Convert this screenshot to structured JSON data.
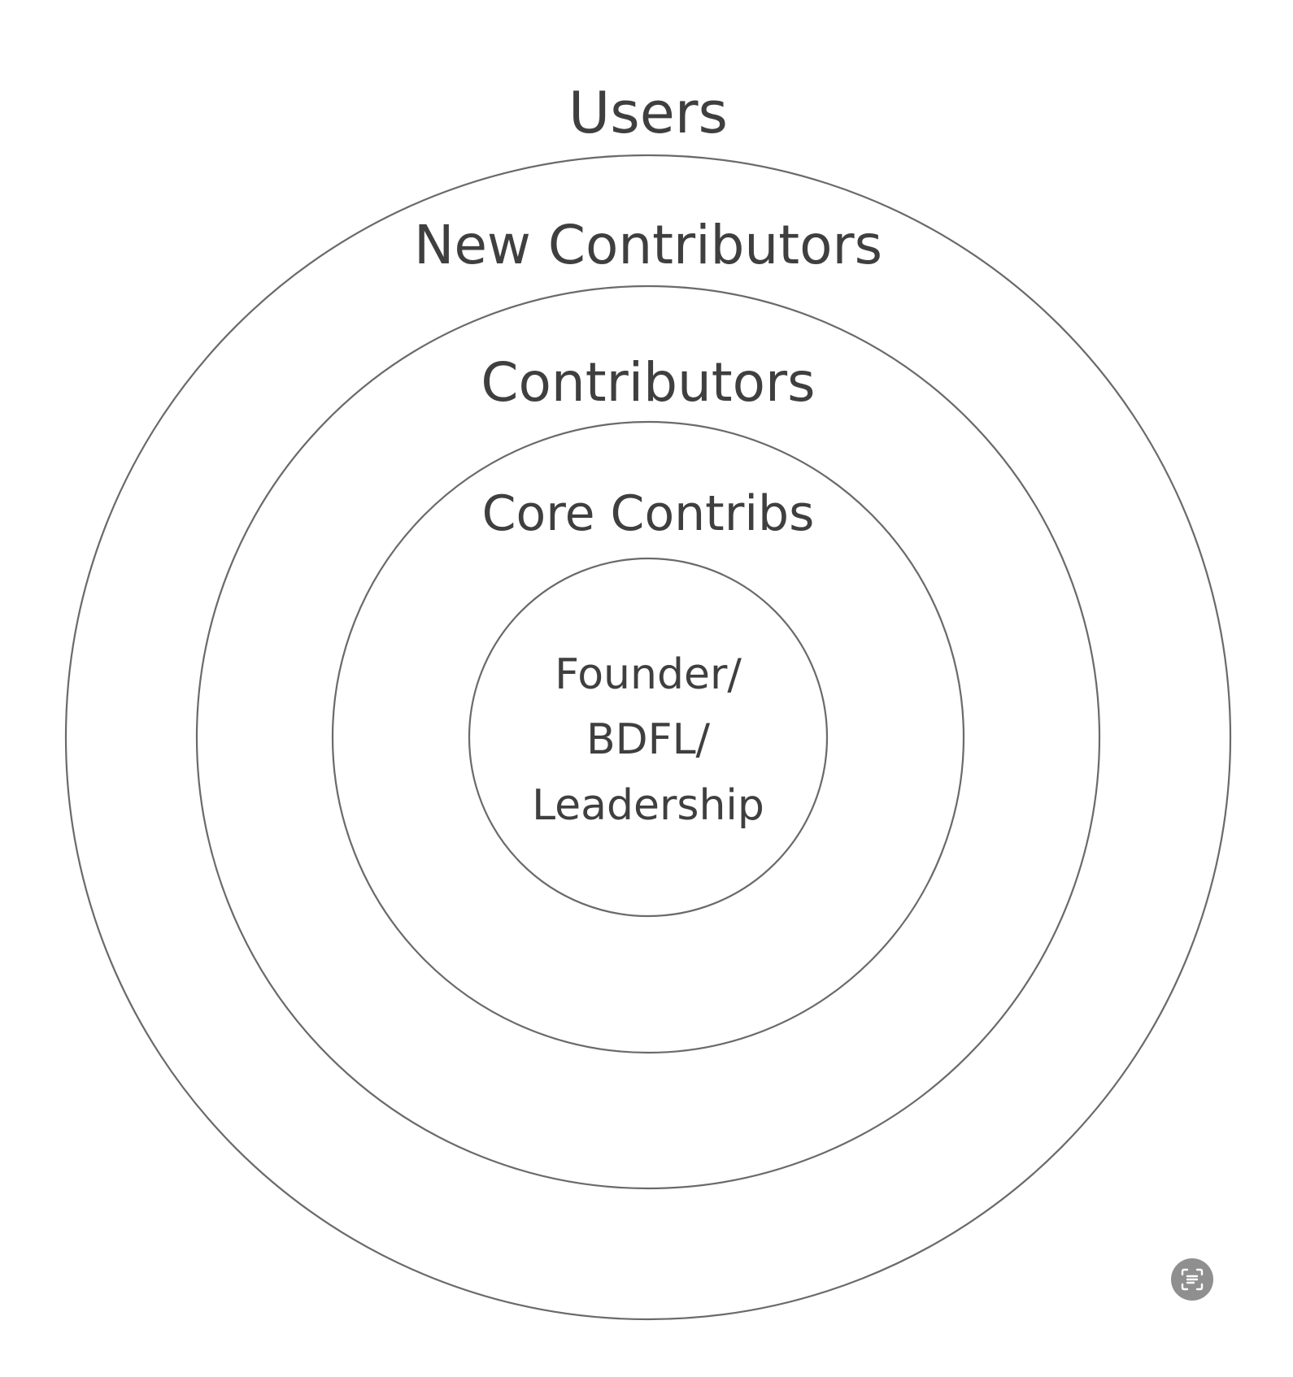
{
  "diagram": {
    "rings": [
      {
        "name": "users",
        "label": "Users"
      },
      {
        "name": "new-contributors",
        "label": "New Contributors"
      },
      {
        "name": "contributors",
        "label": "Contributors"
      },
      {
        "name": "core-contribs",
        "label": "Core Contribs"
      },
      {
        "name": "leadership",
        "lines": [
          "Founder/",
          "BDFL/",
          "Leadership"
        ]
      }
    ]
  },
  "overlay": {
    "scan_icon": "text-scan-icon"
  }
}
